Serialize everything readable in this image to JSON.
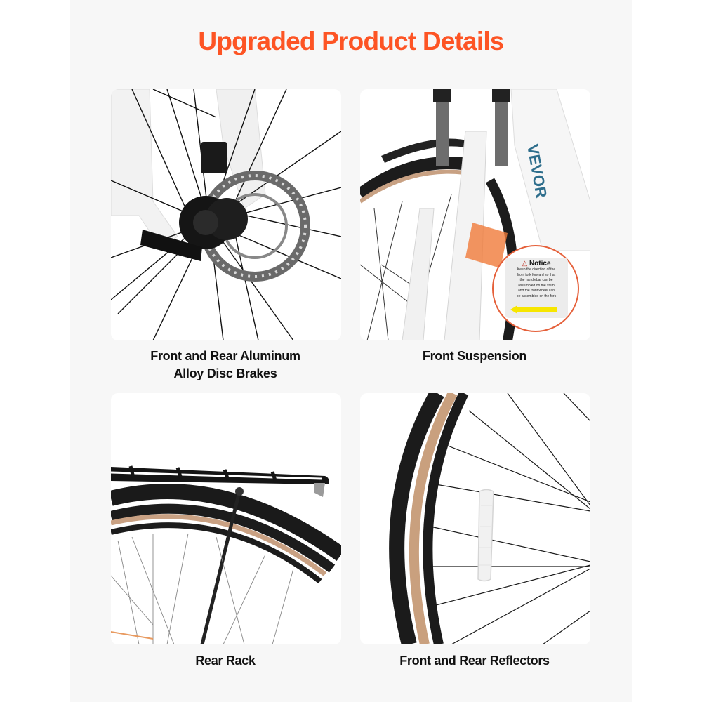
{
  "page": {
    "title": "Upgraded Product Details",
    "accent_color": "#fd5424",
    "background_color": "#f7f7f7"
  },
  "features": [
    {
      "id": "disc-brakes",
      "caption_line1": "Front and Rear Aluminum",
      "caption_line2": "Alloy Disc Brakes",
      "image": "front-hub-disc-brake-photo"
    },
    {
      "id": "front-suspension",
      "caption_line1": "Front Suspension",
      "image": "front-fork-suspension-photo",
      "brand_text": "VEVOR",
      "notice": {
        "heading": "Notice",
        "icon": "warning-triangle-icon",
        "lines": [
          "Keep the direction of the",
          "front fork forward so that",
          "the handlebar can be",
          "assembled on the stem",
          "and the front wheel can",
          "be assembled on the fork"
        ],
        "arrow": "yellow-left-arrow"
      }
    },
    {
      "id": "rear-rack",
      "caption_line1": "Rear Rack",
      "image": "rear-rack-photo"
    },
    {
      "id": "reflectors",
      "caption_line1": "Front and Rear Reflectors",
      "image": "wheel-reflector-photo"
    }
  ]
}
